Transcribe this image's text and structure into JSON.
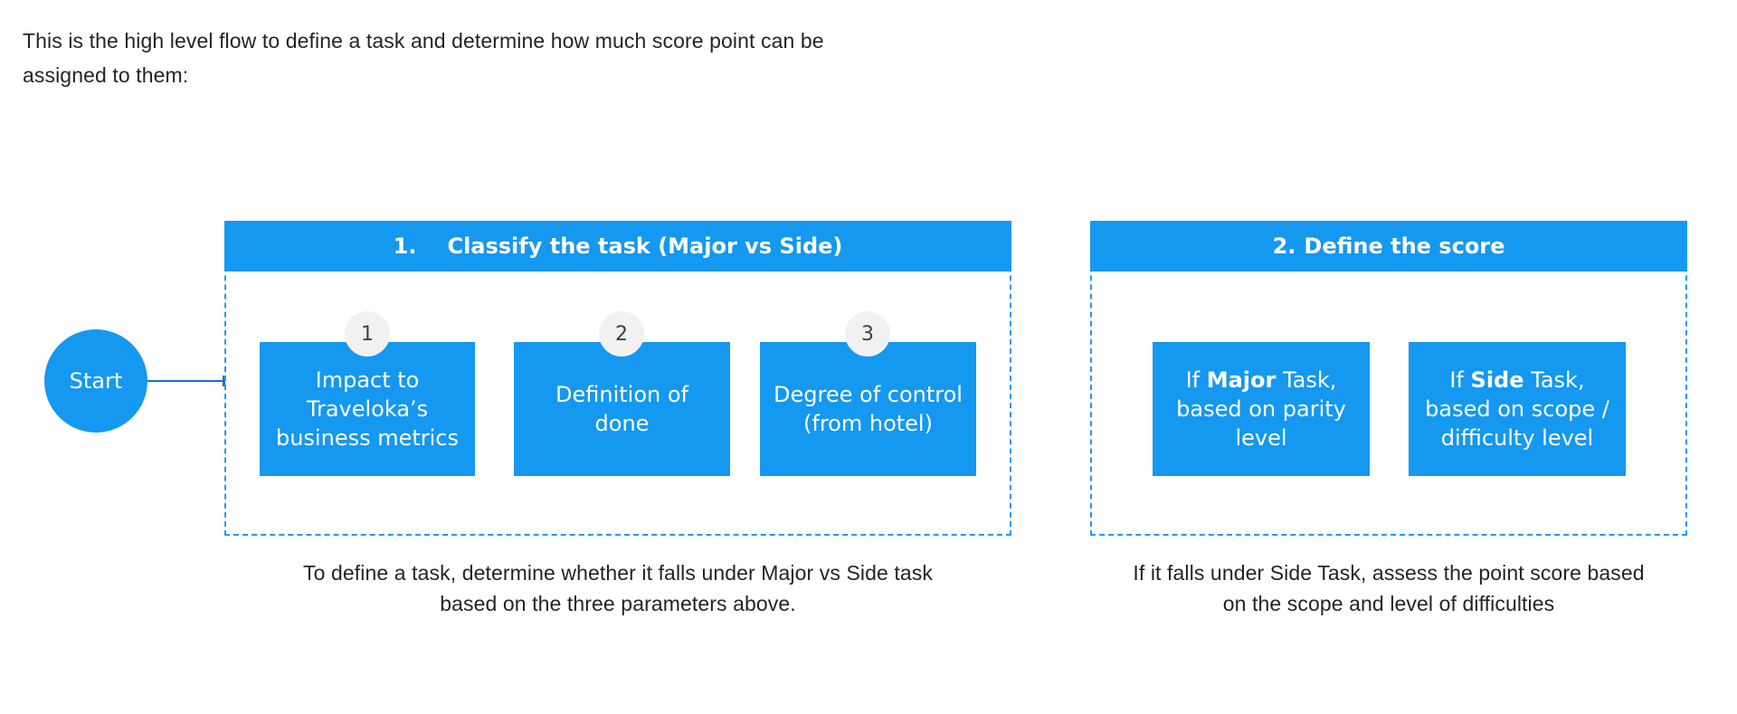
{
  "intro": {
    "text": "This is the high level flow to define a task and determine how much score point can be\nassigned to them:"
  },
  "start": {
    "label": "Start"
  },
  "section1": {
    "number": "1.",
    "title": "Classify the task (Major vs Side)",
    "steps": [
      {
        "number": "1",
        "label": "Impact to\nTraveloka’s\nbusiness metrics"
      },
      {
        "number": "2",
        "label": "Definition of\ndone"
      },
      {
        "number": "3",
        "label": "Degree of control\n(from hotel)"
      }
    ],
    "caption": "To define a task, determine whether it falls under Major vs Side task\nbased on the three parameters above."
  },
  "section2": {
    "number": "2.",
    "title": "Define the score",
    "boxes": [
      {
        "prefix": "If ",
        "bold": "Major",
        "suffix": " Task,\nbased on parity\nlevel"
      },
      {
        "prefix": "If ",
        "bold": "Side",
        "suffix": " Task,\nbased on scope /\ndifficulty level"
      }
    ],
    "caption": "If it falls under Side Task, assess the point score based\non the scope and level of difficulties"
  },
  "colors": {
    "accent_blue": "#1598F0",
    "dashed_border_blue": "#1E9BF0",
    "connector_blue": "#1A6FD0",
    "number_circle_bg": "#F1F1F1",
    "number_circle_text": "#404040",
    "body_text": "#1F2428",
    "box_text": "#FFFFFF"
  }
}
